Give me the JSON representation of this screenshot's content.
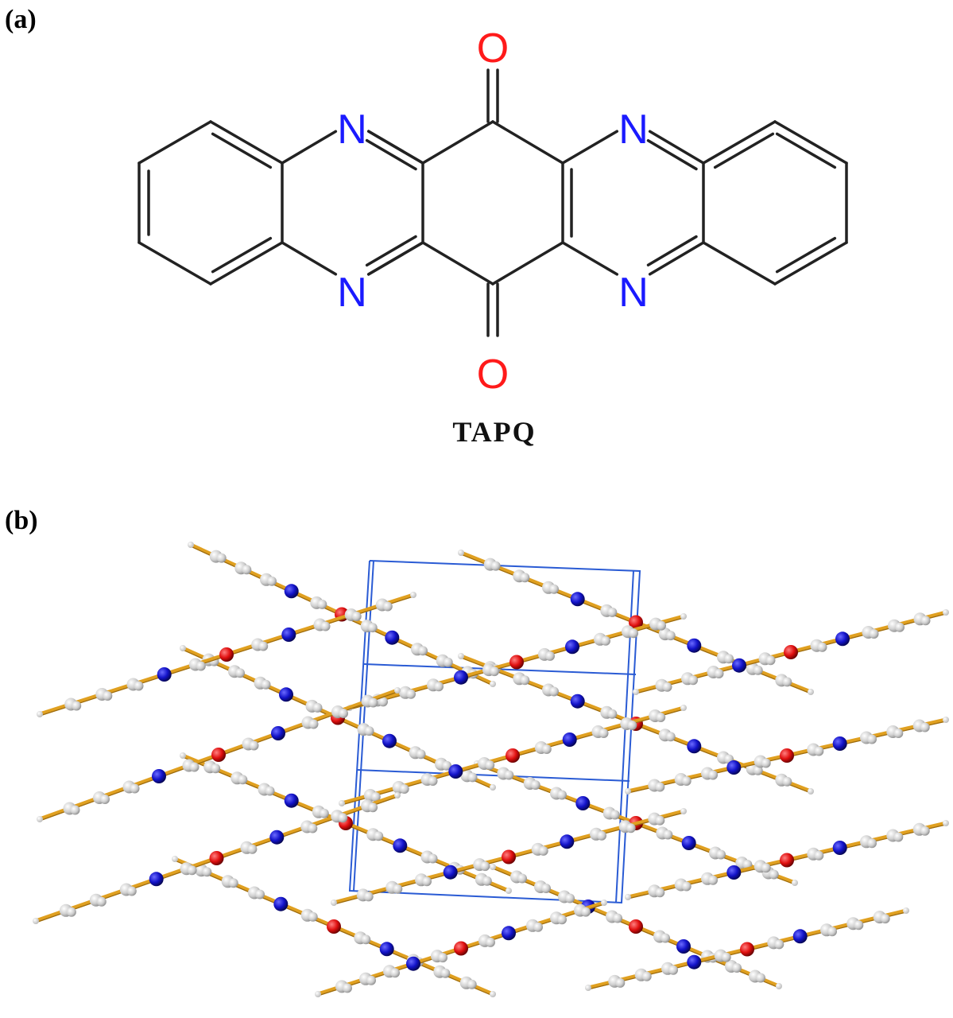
{
  "panel_a": {
    "label": "(a)",
    "compound_name": "TAPQ",
    "atoms": {
      "nitrogen": "N",
      "oxygen": "O"
    },
    "colors": {
      "bond": "#222222",
      "nitrogen": "#1a1aff",
      "oxygen": "#ff1a1a"
    }
  },
  "panel_b": {
    "label": "(b)",
    "colors": {
      "carbon": "#d4d4d4",
      "nitrogen": "#1515c0",
      "oxygen": "#e01515",
      "hydrogen": "#f2f2f2",
      "bond": "#e0a020",
      "unit_cell": "#2a5bd4"
    }
  }
}
